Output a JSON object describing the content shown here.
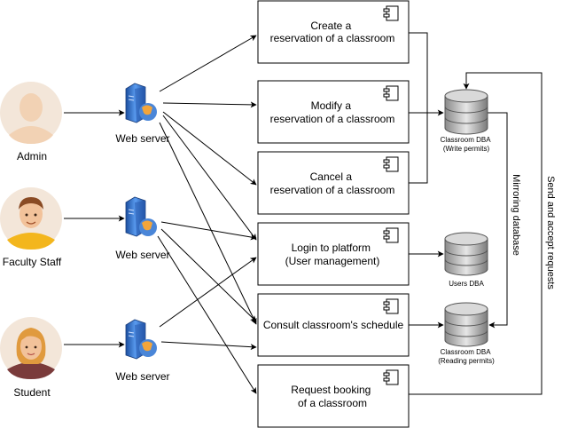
{
  "actors": {
    "admin": "Admin",
    "faculty": "Faculty Staff",
    "student": "Student"
  },
  "servers": {
    "s1": "Web server",
    "s2": "Web server",
    "s3": "Web server"
  },
  "components": {
    "create": [
      "Create a",
      "reservation of a classroom"
    ],
    "modify": [
      "Modify a",
      "reservation of a classroom"
    ],
    "cancel": [
      "Cancel a",
      "reservation of a classroom"
    ],
    "login": [
      "Login to platform",
      "(User management)"
    ],
    "consult": [
      "Consult classroom's schedule"
    ],
    "request": [
      "Request booking",
      "of a classroom"
    ]
  },
  "databases": {
    "write": [
      "Classroom DBA",
      "(Write permits)"
    ],
    "users": [
      "Users DBA"
    ],
    "read": [
      "Classroom DBA",
      "(Reading permits)"
    ]
  },
  "edge_labels": {
    "mirroring": "Mirroring database",
    "send_accept": "Send and accept requests"
  },
  "colors": {
    "line": "#000000",
    "skin": "#f2d2b4",
    "circle_bg": "#f3e6d9",
    "server_blue": "#3f7fd6"
  }
}
